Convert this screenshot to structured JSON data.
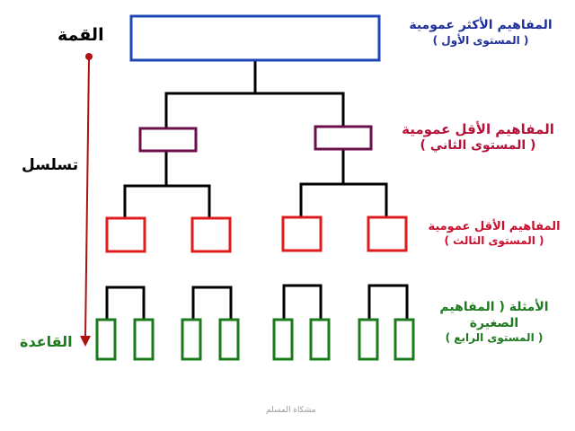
{
  "colors": {
    "level1": "#1e47b4",
    "level2": "#6b0f4a",
    "level3": "#e01b1b",
    "level4": "#1b7a1b",
    "label1": "#1f2f9a",
    "label2": "#b5123a",
    "label3": "#c8102e",
    "label4": "#1e7a1e",
    "arrow": "#b01212",
    "connector": "#000000"
  },
  "side_labels": {
    "top": "القمة",
    "middle": "تسلسل",
    "bottom": "القاعدة"
  },
  "levels": [
    {
      "title": "المفاهيم الأكثر عمومية",
      "subtitle": "( المستوى الأول )"
    },
    {
      "title": "المفاهيم الأقل عمومية",
      "subtitle": "( المستوى الثاني )"
    },
    {
      "title": "المفاهيم الأقل عمومية",
      "subtitle": "( المستوى الثالث )"
    },
    {
      "title": "الأمثلة ( المفاهيم",
      "title2": "الصغيرة",
      "subtitle": "( المستوى الرابع )"
    }
  ],
  "watermark": "مشكاة المسلم"
}
